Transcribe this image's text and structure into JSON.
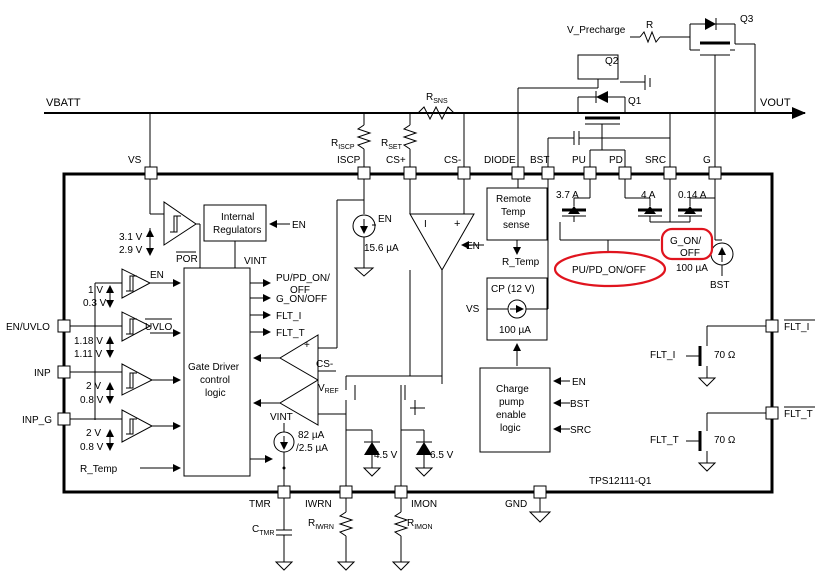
{
  "labels": {
    "vbatt": "VBATT",
    "vout": "VOUT",
    "v_precharge": "V_Precharge",
    "r_top": "R",
    "q1": "Q1",
    "q2": "Q2",
    "q3": "Q3",
    "r_sns": {
      "main": "R",
      "sub": "SNS"
    },
    "r_iscp": {
      "main": "R",
      "sub": "ISCP"
    },
    "r_set": {
      "main": "R",
      "sub": "SET"
    },
    "r_iwrn": {
      "main": "R",
      "sub": "IWRN"
    },
    "r_imon": {
      "main": "R",
      "sub": "IMON"
    },
    "c_tmr": {
      "main": "C",
      "sub": "TMR"
    },
    "part_number": "TPS12111-Q1"
  },
  "pins": {
    "vs": "VS",
    "iscp": "ISCP",
    "cs_plus": "CS+",
    "cs_minus": "CS-",
    "diode": "DIODE",
    "bst": "BST",
    "pu": "PU",
    "pd": "PD",
    "src": "SRC",
    "g": "G",
    "en_uvlo": "EN/UVLO",
    "inp": "INP",
    "inp_g": "INP_G",
    "tmr": "TMR",
    "iwrn": "IWRN",
    "imon": "IMON",
    "gnd": "GND",
    "flt_i": "FLT_I",
    "flt_t": "FLT_T"
  },
  "blocks": {
    "internal_regulators": [
      "Internal",
      "Regulators"
    ],
    "gate_driver": [
      "Gate Driver",
      "control",
      "logic"
    ],
    "remote_temp": [
      "Remote",
      "Temp",
      "sense"
    ],
    "cp": "CP (12 V)",
    "cp_current": "100 µA",
    "charge_pump": [
      "Charge",
      "pump",
      "enable",
      "logic"
    ]
  },
  "signals": {
    "en": "EN",
    "vint": "VINT",
    "pu_pd_on_off": "PU/PD_ON/",
    "off": "OFF",
    "g_on_off": "G_ON/OFF",
    "flt_i": "FLT_I",
    "flt_t": "FLT_T",
    "uvlo": "UVLO",
    "por": "POR",
    "cs_minus": "CS-",
    "vref": {
      "main": "V",
      "sub": "REF"
    },
    "r_temp": "R_Temp",
    "vs": "VS",
    "bst": "BST",
    "src": "SRC",
    "comp_i": "I",
    "comp_plus": "+"
  },
  "values": {
    "por_high": "3.1 V",
    "por_low": "2.9 V",
    "en_high": "1 V",
    "en_low": "0.3 V",
    "uvlo_high": "1.18 V",
    "uvlo_low": "1.11 V",
    "inp_high": "2 V",
    "inp_low": "0.8 V",
    "inpg_high": "2 V",
    "inpg_low": "0.8 V",
    "iscp_current": "15.6 µA",
    "pu_current": "3.7 A",
    "pd_current": "4 A",
    "g_current": "0.14 A",
    "bst_current": "100 µA",
    "tmr_current_1": "82 µA",
    "tmr_current_2": "/2.5 µA",
    "zener_iwrn": "4.5 V",
    "zener_imon": "6.5 V",
    "flt_res": "70 Ω"
  },
  "annotations": {
    "pu_pd_callout": "PU/PD_ON/OFF",
    "g_callout_1": "G_ON/",
    "g_callout_2": "OFF",
    "color": "#e0141e"
  }
}
